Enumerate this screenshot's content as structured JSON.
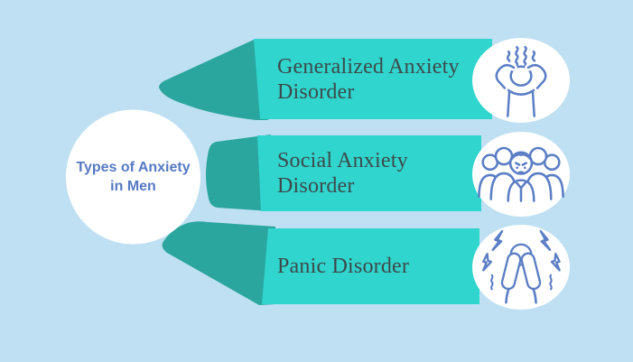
{
  "title": {
    "line1": "Types of Anxiety",
    "line2": "in Men"
  },
  "items": [
    {
      "label": "Generalized Anxiety\nDisorder",
      "icon": "stress-icon"
    },
    {
      "label": "Social Anxiety\nDisorder",
      "icon": "social-crowd-icon"
    },
    {
      "label": "Panic Disorder",
      "icon": "panic-icon"
    }
  ],
  "colors": {
    "background": "#bfe0f2",
    "banner_fill": "#30d5ce",
    "banner_fold": "#2aa69e",
    "icon_stroke": "#5b7ec5",
    "title_color": "#567ac4",
    "label_color": "#3d4a4b",
    "bubble_fill": "#ffffff"
  }
}
